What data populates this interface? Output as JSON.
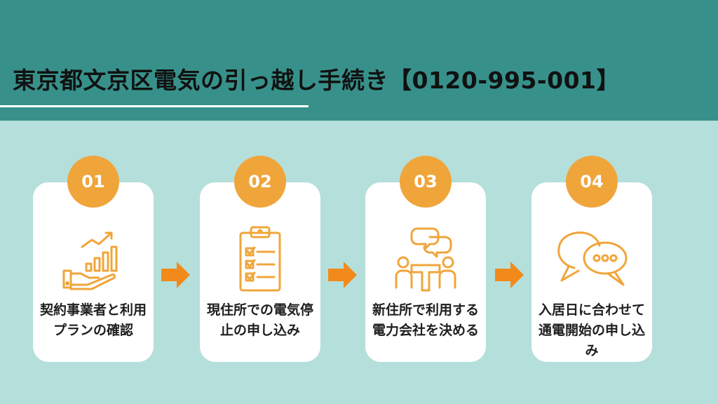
{
  "colors": {
    "header_bg": "#37918a",
    "content_bg": "#b5dfdb",
    "accent": "#f0a53a",
    "arrow": "#f28a1b",
    "underline": "#ffffff"
  },
  "header": {
    "title": "東京都文京区電気の引っ越し手続き【0120-995-001】"
  },
  "steps": [
    {
      "number": "01",
      "icon": "growth-chart-hand-icon",
      "label": "契約事業者と利用プランの確認"
    },
    {
      "number": "02",
      "icon": "clipboard-checklist-icon",
      "label": "現住所での電気停止の申し込み"
    },
    {
      "number": "03",
      "icon": "meeting-table-icon",
      "label": "新住所で利用する電力会社を決める"
    },
    {
      "number": "04",
      "icon": "chat-bubbles-icon",
      "label": "入居日に合わせて通電開始の申し込み"
    }
  ]
}
